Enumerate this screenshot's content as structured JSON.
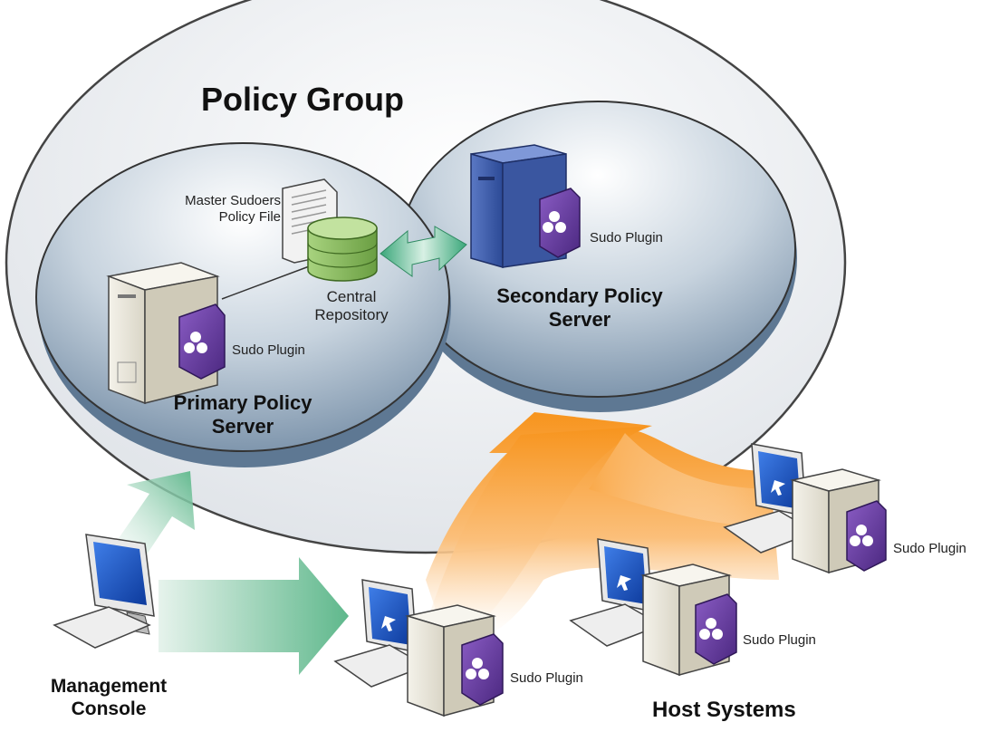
{
  "diagram": {
    "group_title": "Policy Group",
    "primary": {
      "title_line1": "Primary Policy",
      "title_line2": "Server",
      "plugin_label": "Sudo Plugin",
      "policy_file_line1": "Master Sudoers",
      "policy_file_line2": "Policy File",
      "repository_line1": "Central",
      "repository_line2": "Repository"
    },
    "secondary": {
      "title_line1": "Secondary Policy",
      "title_line2": "Server",
      "plugin_label": "Sudo Plugin"
    },
    "console": {
      "label_line1": "Management",
      "label_line2": "Console"
    },
    "hosts": {
      "label": "Host Systems",
      "plugin_labels": [
        "Sudo Plugin",
        "Sudo Plugin",
        "Sudo Plugin"
      ]
    },
    "colors": {
      "group_fill": "#eef0f3",
      "server_oval": "#a8b8c8",
      "orange": "#f7941d",
      "green": "#6fbf9a",
      "plugin": "#6a3fa0",
      "repository": "#8cc063",
      "secondary_tower": "#3b5ba8"
    }
  }
}
